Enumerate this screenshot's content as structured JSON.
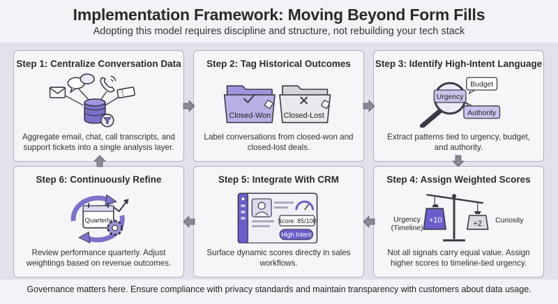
{
  "header": {
    "title": "Implementation Framework: Moving Beyond Form Fills",
    "subtitle": "Adopting this model requires discipline and structure, not rebuilding your tech stack"
  },
  "steps": [
    {
      "title": "Step 1: Centralize Conversation Data",
      "description": "Aggregate email, chat, call transcripts, and support tickets into a single analysis layer."
    },
    {
      "title": "Step 2: Tag Historical Outcomes",
      "description": "Label conversations from closed-won and closed-lost deals.",
      "tags": [
        "Closed-Won",
        "Closed-Lost"
      ]
    },
    {
      "title": "Step 3: Identify High-Intent Language",
      "description": "Extract patterns tied to urgency, budget, and authority.",
      "bubbles": [
        "Urgency",
        "Budget",
        "Authority"
      ]
    },
    {
      "title": "Step 4: Assign Weighted Scores",
      "description": "Not all signals carry equal value. Assign higher scores to timeline-tied urgency.",
      "left_label_line1": "Urgency",
      "left_label_line2": "(Timeline)",
      "left_weight": "+10",
      "right_weight": "+2",
      "right_label": "Curiosity"
    },
    {
      "title": "Step 5: Integrate With CRM",
      "description": "Surface dynamic scores directly in sales workflows.",
      "score_label": "Score: 85/100",
      "intent_badge": "High Intent"
    },
    {
      "title": "Step 6: Continuously Refine",
      "description": "Review performance quarterly. Adjust weightings based on revenue outcomes.",
      "calendar_label": "Quarterly"
    }
  ],
  "footer": "Governance matters here. Ensure compliance with privacy standards and maintain transparency with customers about data usage.",
  "colors": {
    "accent_purple": "#6a5fc9",
    "card_border": "#b3afbb",
    "band": "#e4e0ec"
  }
}
